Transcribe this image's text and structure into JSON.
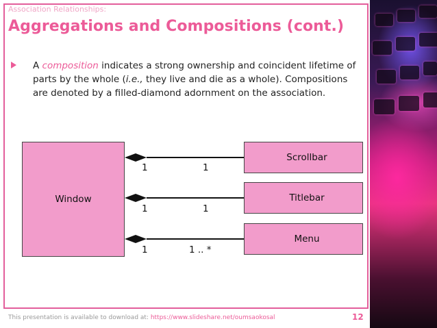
{
  "slide": {
    "subtitle": "Association Relationships:",
    "title": "Aggregations and Compositions (cont.)",
    "bullet": {
      "part1": "A ",
      "emph": "composition",
      "part2": " indicates a strong ownership and coincident lifetime of parts by the whole (",
      "ie": "i.e.,",
      "part3": " they live and die as a whole). Compositions are denoted by a filled-diamond adornment on the association."
    }
  },
  "diagram": {
    "whole": "Window",
    "parts": [
      {
        "label": "Scrollbar",
        "mult_whole": "1",
        "mult_part": "1"
      },
      {
        "label": "Titlebar",
        "mult_whole": "1",
        "mult_part": "1"
      },
      {
        "label": "Menu",
        "mult_whole": "1",
        "mult_part": "1 .. *"
      }
    ]
  },
  "footer": {
    "text": "This presentation is available to download at: ",
    "url": "https://www.slideshare.net/oumsaokosal",
    "page": "12"
  },
  "colors": {
    "accent": "#ec5b98",
    "box_fill": "#f29ccb"
  }
}
